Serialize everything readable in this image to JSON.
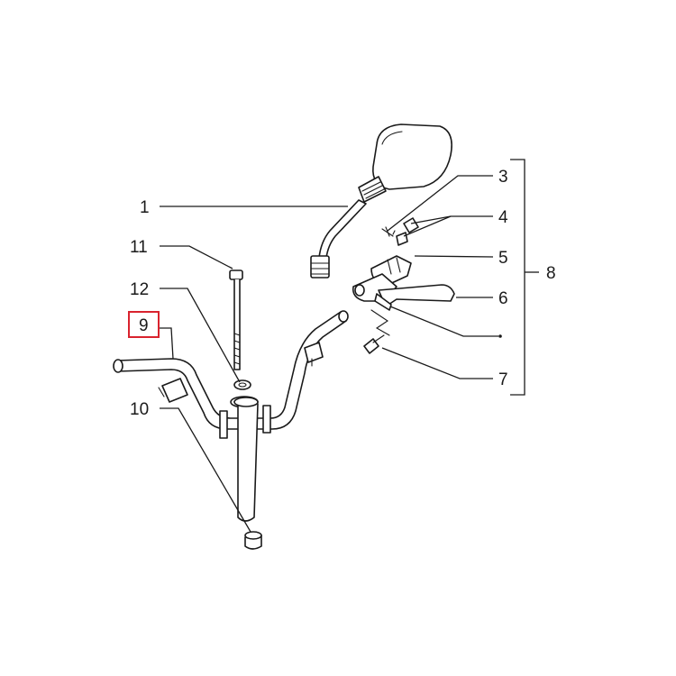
{
  "labels": {
    "p1": "1",
    "p3": "3",
    "p4": "4",
    "p5": "5",
    "p6": "6",
    "p7": "7",
    "p8": "8",
    "p9": "9",
    "p10": "10",
    "p11": "11",
    "p12": "12"
  },
  "highlight": {
    "part": "9",
    "color": "#d9232e"
  }
}
